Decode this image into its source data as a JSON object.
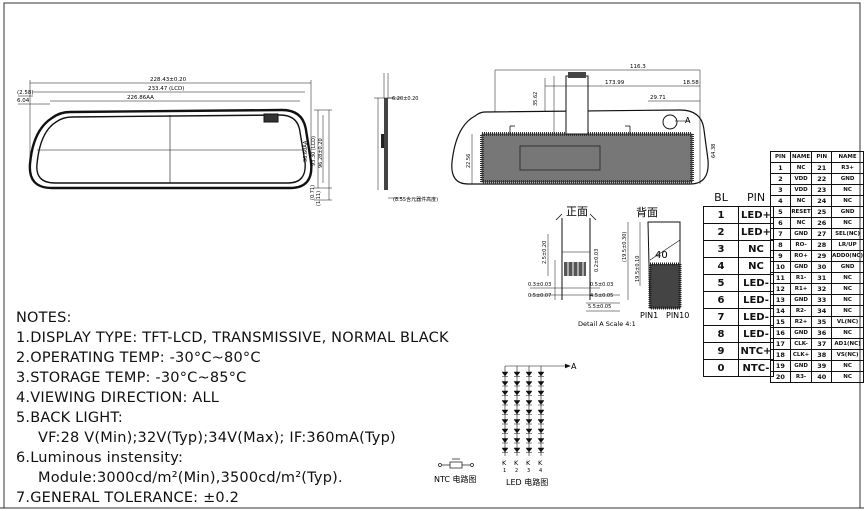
{
  "dims": {
    "outer_width": "228.43±0.20",
    "inner_width": "233.47 (LCD)",
    "aa_width": "226.86AA",
    "left_2_58": "(2.58)",
    "left_6_04": "6.04",
    "height_96": "96.60AA",
    "height_93": "93.30 (LCD)",
    "height_outer": "96.28±0.20",
    "side_071": "(0.71)",
    "side_111": "(1.11)",
    "thickness": "6.20±0.20",
    "fpc_height_note": "(8.55含元器件高度)",
    "back_116": "116.3",
    "back_173": "173.99",
    "back_18": "18.58",
    "back_29": "29.71",
    "back_35": "35.62",
    "back_64": "64.38",
    "back_22": "22.56"
  },
  "detail": {
    "front_label": "正面",
    "back_label": "背面",
    "pin40": "40",
    "pin1": "PIN1",
    "pin10": "PIN10",
    "caption": "Detail A  Scale 4:1",
    "d_a": "0.3±0.03",
    "d_b": "0.5±0.07",
    "d_c": "0.5±0.03",
    "d_d": "4.5±0.05",
    "d_e": "5.5±0.05",
    "d_f": "2.5±0.20",
    "d_g": "0.2±0.03",
    "d_h": "(19.5±0.30)",
    "d_i": "19.5±0.10",
    "marker_a": "A"
  },
  "notes": {
    "title": "NOTES:",
    "l1": "1.DISPLAY TYPE:  TFT-LCD, TRANSMISSIVE, NORMAL BLACK",
    "l2": "2.OPERATING TEMP:  -30°C~80°C",
    "l3": "3.STORAGE TEMP:  -30°C~85°C",
    "l4": "4.VIEWING DIRECTION: ALL",
    "l5": "5.BACK LIGHT:",
    "l5b": "VF:28 V(Min);32V(Typ);34V(Max);  IF:360mA(Typ)",
    "l6": "6.Luminous instensity:",
    "l6b": "Module:3000cd/m²(Min),3500cd/m²(Typ).",
    "l7": "7.GENERAL TOLERANCE:    ±0.2"
  },
  "circuits": {
    "ntc_label": "NTC 电路图",
    "led_label": "LED 电路图",
    "marker_a": "A",
    "k_labels": [
      "K",
      "K",
      "K",
      "K"
    ],
    "k_nums": [
      "1",
      "2",
      "3",
      "4"
    ]
  },
  "bl_table": {
    "header": [
      "BL",
      "PIN"
    ],
    "rows": [
      [
        "1",
        "LED+"
      ],
      [
        "2",
        "LED+"
      ],
      [
        "3",
        "NC"
      ],
      [
        "4",
        "NC"
      ],
      [
        "5",
        "LED-"
      ],
      [
        "6",
        "LED-"
      ],
      [
        "7",
        "LED-"
      ],
      [
        "8",
        "LED-"
      ],
      [
        "9",
        "NTC+"
      ],
      [
        "0",
        "NTC-"
      ]
    ]
  },
  "pin_table": {
    "header": [
      "PIN",
      "NAME",
      "PIN",
      "NAME"
    ],
    "rows": [
      [
        "1",
        "NC",
        "21",
        "R3+"
      ],
      [
        "2",
        "VDD",
        "22",
        "GND"
      ],
      [
        "3",
        "VDD",
        "23",
        "NC"
      ],
      [
        "4",
        "NC",
        "24",
        "NC"
      ],
      [
        "5",
        "RESET",
        "25",
        "GND"
      ],
      [
        "6",
        "NC",
        "26",
        "NC"
      ],
      [
        "7",
        "GND",
        "27",
        "SEL(NC)"
      ],
      [
        "8",
        "RO-",
        "28",
        "LR/UP"
      ],
      [
        "9",
        "RO+",
        "29",
        "ADD0(NC)"
      ],
      [
        "10",
        "GND",
        "30",
        "GND"
      ],
      [
        "11",
        "R1-",
        "31",
        "NC"
      ],
      [
        "12",
        "R1+",
        "32",
        "NC"
      ],
      [
        "13",
        "GND",
        "33",
        "NC"
      ],
      [
        "14",
        "R2-",
        "34",
        "NC"
      ],
      [
        "15",
        "R2+",
        "35",
        "VL(NC)"
      ],
      [
        "16",
        "GND",
        "36",
        "NC"
      ],
      [
        "17",
        "CLK-",
        "37",
        "AD1(NC)"
      ],
      [
        "18",
        "CLK+",
        "38",
        "VS(NC)"
      ],
      [
        "19",
        "GND",
        "39",
        "NC"
      ],
      [
        "20",
        "R3-",
        "40",
        "NC"
      ]
    ]
  }
}
